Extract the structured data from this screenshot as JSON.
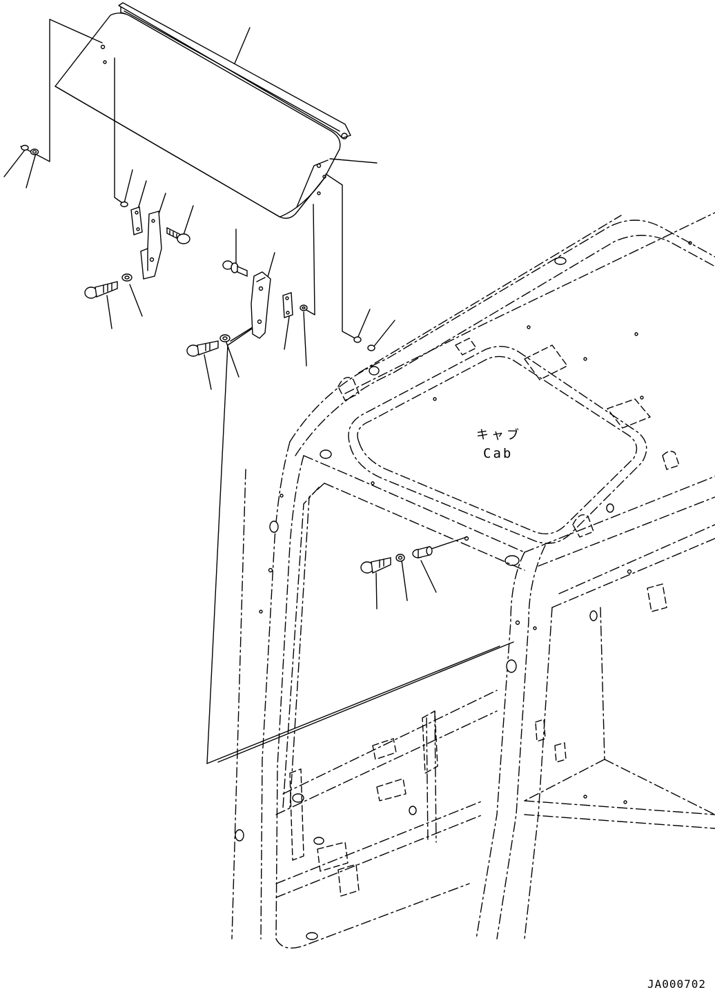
{
  "labels": {
    "cab_japanese": "キャブ",
    "cab_english": "Cab",
    "drawing_code": "JA000702"
  },
  "colors": {
    "background": "#ffffff",
    "line": "#000000"
  }
}
